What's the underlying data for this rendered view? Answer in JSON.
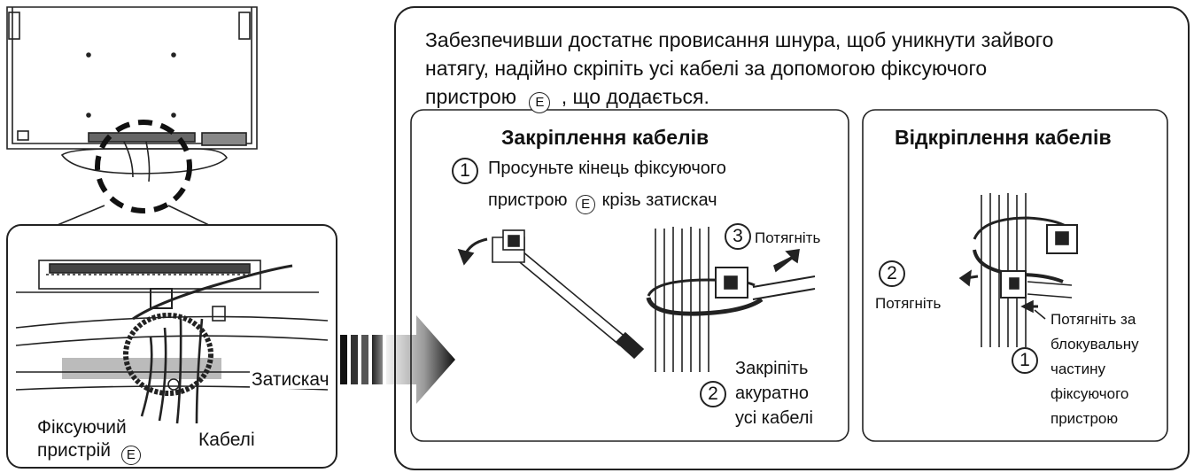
{
  "intro": {
    "line1": "Забезпечивши достатнє провисання шнура, щоб уникнути зайвого",
    "line2": "натягу, надійно скріпіть усі кабелі за допомогою фіксуючого",
    "line3_before": "пристрою",
    "line3_after": ", що додається."
  },
  "fixing_badge": "E",
  "secure": {
    "heading": "Закріплення кабелів",
    "step1_num": "1",
    "step1_line1": "Просуньте кінець фіксуючого",
    "step1_line2_before": "пристрою",
    "step1_line2_after": "крізь затискач",
    "step3_num": "3",
    "step3_label": "Потягніть",
    "step2_num": "2",
    "step2_line1": "Закріпіть",
    "step2_line2": "акуратно",
    "step2_line3": "усі кабелі"
  },
  "release": {
    "heading": "Відкріплення кабелів",
    "step2_num": "2",
    "step2_label": "Потягніть",
    "step1_num": "1",
    "step1_line1": "Потягніть за",
    "step1_line2": "блокувальну",
    "step1_line3": "частину",
    "step1_line4": "фіксуючого",
    "step1_line5": "пристрою"
  },
  "closeup": {
    "clamp_label": "Затискач",
    "device_line1": "Фіксуючий",
    "device_line2": "пристрій",
    "cables_label": "Кабелі"
  }
}
